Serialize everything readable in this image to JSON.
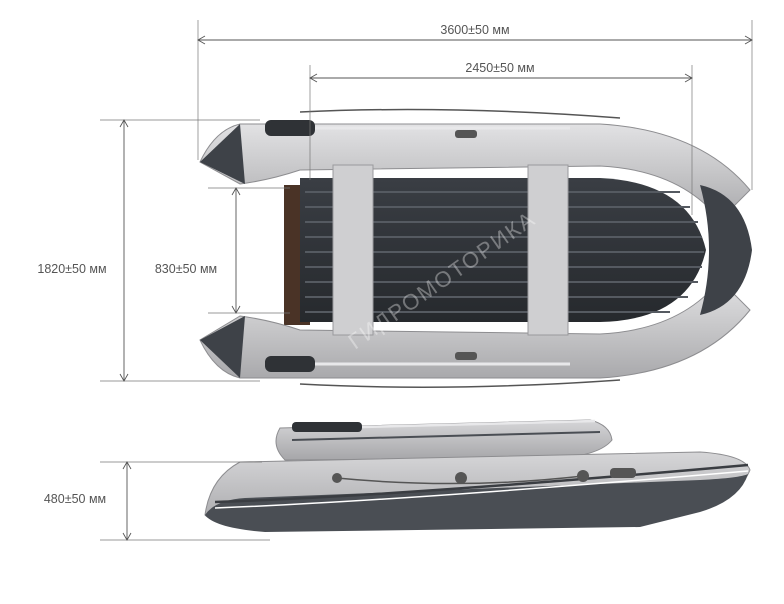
{
  "dimensions": {
    "overall_length": "3600±50 мм",
    "inner_length": "2450±50 мм",
    "overall_width": "1820±50 мм",
    "inner_width": "830±50 мм",
    "height": "480±50 мм"
  },
  "watermark": "ГИДРОМОТОРИКА",
  "colors": {
    "tube_light": "#c9c9cb",
    "tube_dark": "#3e4248",
    "floor": "#2f3338",
    "seat": "#cfcfd1",
    "keel": "#5a5e64"
  }
}
